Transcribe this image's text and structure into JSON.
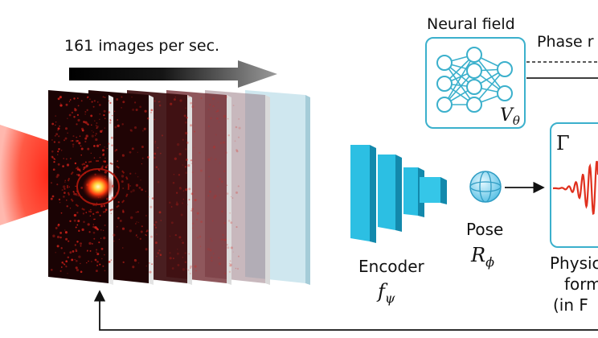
{
  "throughput": {
    "label": "161 images per sec."
  },
  "neural_field": {
    "title": "Neural field",
    "symbol": "V",
    "symbol_sub": "θ"
  },
  "phase_label": "Phase r",
  "encoder": {
    "label": "Encoder",
    "symbol": "f",
    "symbol_sub": "ψ"
  },
  "pose": {
    "label": "Pose",
    "symbol": "R",
    "symbol_sub": "ϕ"
  },
  "physics": {
    "symbol": "Γ",
    "line1": "Physic",
    "line2": "form",
    "line3": "(in F"
  },
  "colors": {
    "accent": "#3bb0cc",
    "encoder_light": "#36c6e8",
    "encoder_dark": "#1489ad",
    "beam": "#ff2a1a",
    "wave": "#e0301e",
    "frame_glass": "#b8dde8"
  }
}
